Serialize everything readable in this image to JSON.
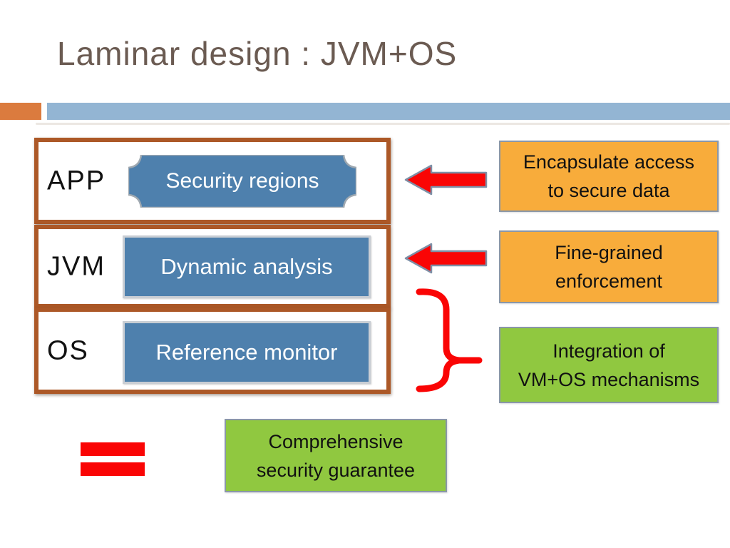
{
  "slide": {
    "title": "Laminar design : JVM+OS"
  },
  "palette": {
    "title_text": "#6B5B52",
    "accent_orange_band": "#DB7B3E",
    "accent_blue_band": "#93B5D3",
    "layer_border_brown": "#AC5827",
    "shape_blue": "#4E80AD",
    "callout_orange": "#F8AC3B",
    "callout_green": "#90C840",
    "red": "#FA0505",
    "text_black": "#111111",
    "shape_text_white": "#FFFFFF"
  },
  "stack": {
    "rows": [
      {
        "label": "APP",
        "box": "Security regions"
      },
      {
        "label": "JVM",
        "box": "Dynamic analysis"
      },
      {
        "label": "OS",
        "box": "Reference monitor"
      }
    ]
  },
  "callouts": [
    {
      "line1": "Encapsulate access",
      "line2": "to secure data"
    },
    {
      "line1": "Fine-grained",
      "line2": "enforcement"
    },
    {
      "line1": "Integration of",
      "line2": "VM+OS mechanisms"
    }
  ],
  "bottom_callout": {
    "line1": "Comprehensive",
    "line2": "security guarantee"
  },
  "icons": {
    "arrow_app": "red-left-arrow",
    "arrow_jvm": "red-left-arrow",
    "brace": "red-right-curly-brace",
    "equals": "red-equals-sign"
  }
}
